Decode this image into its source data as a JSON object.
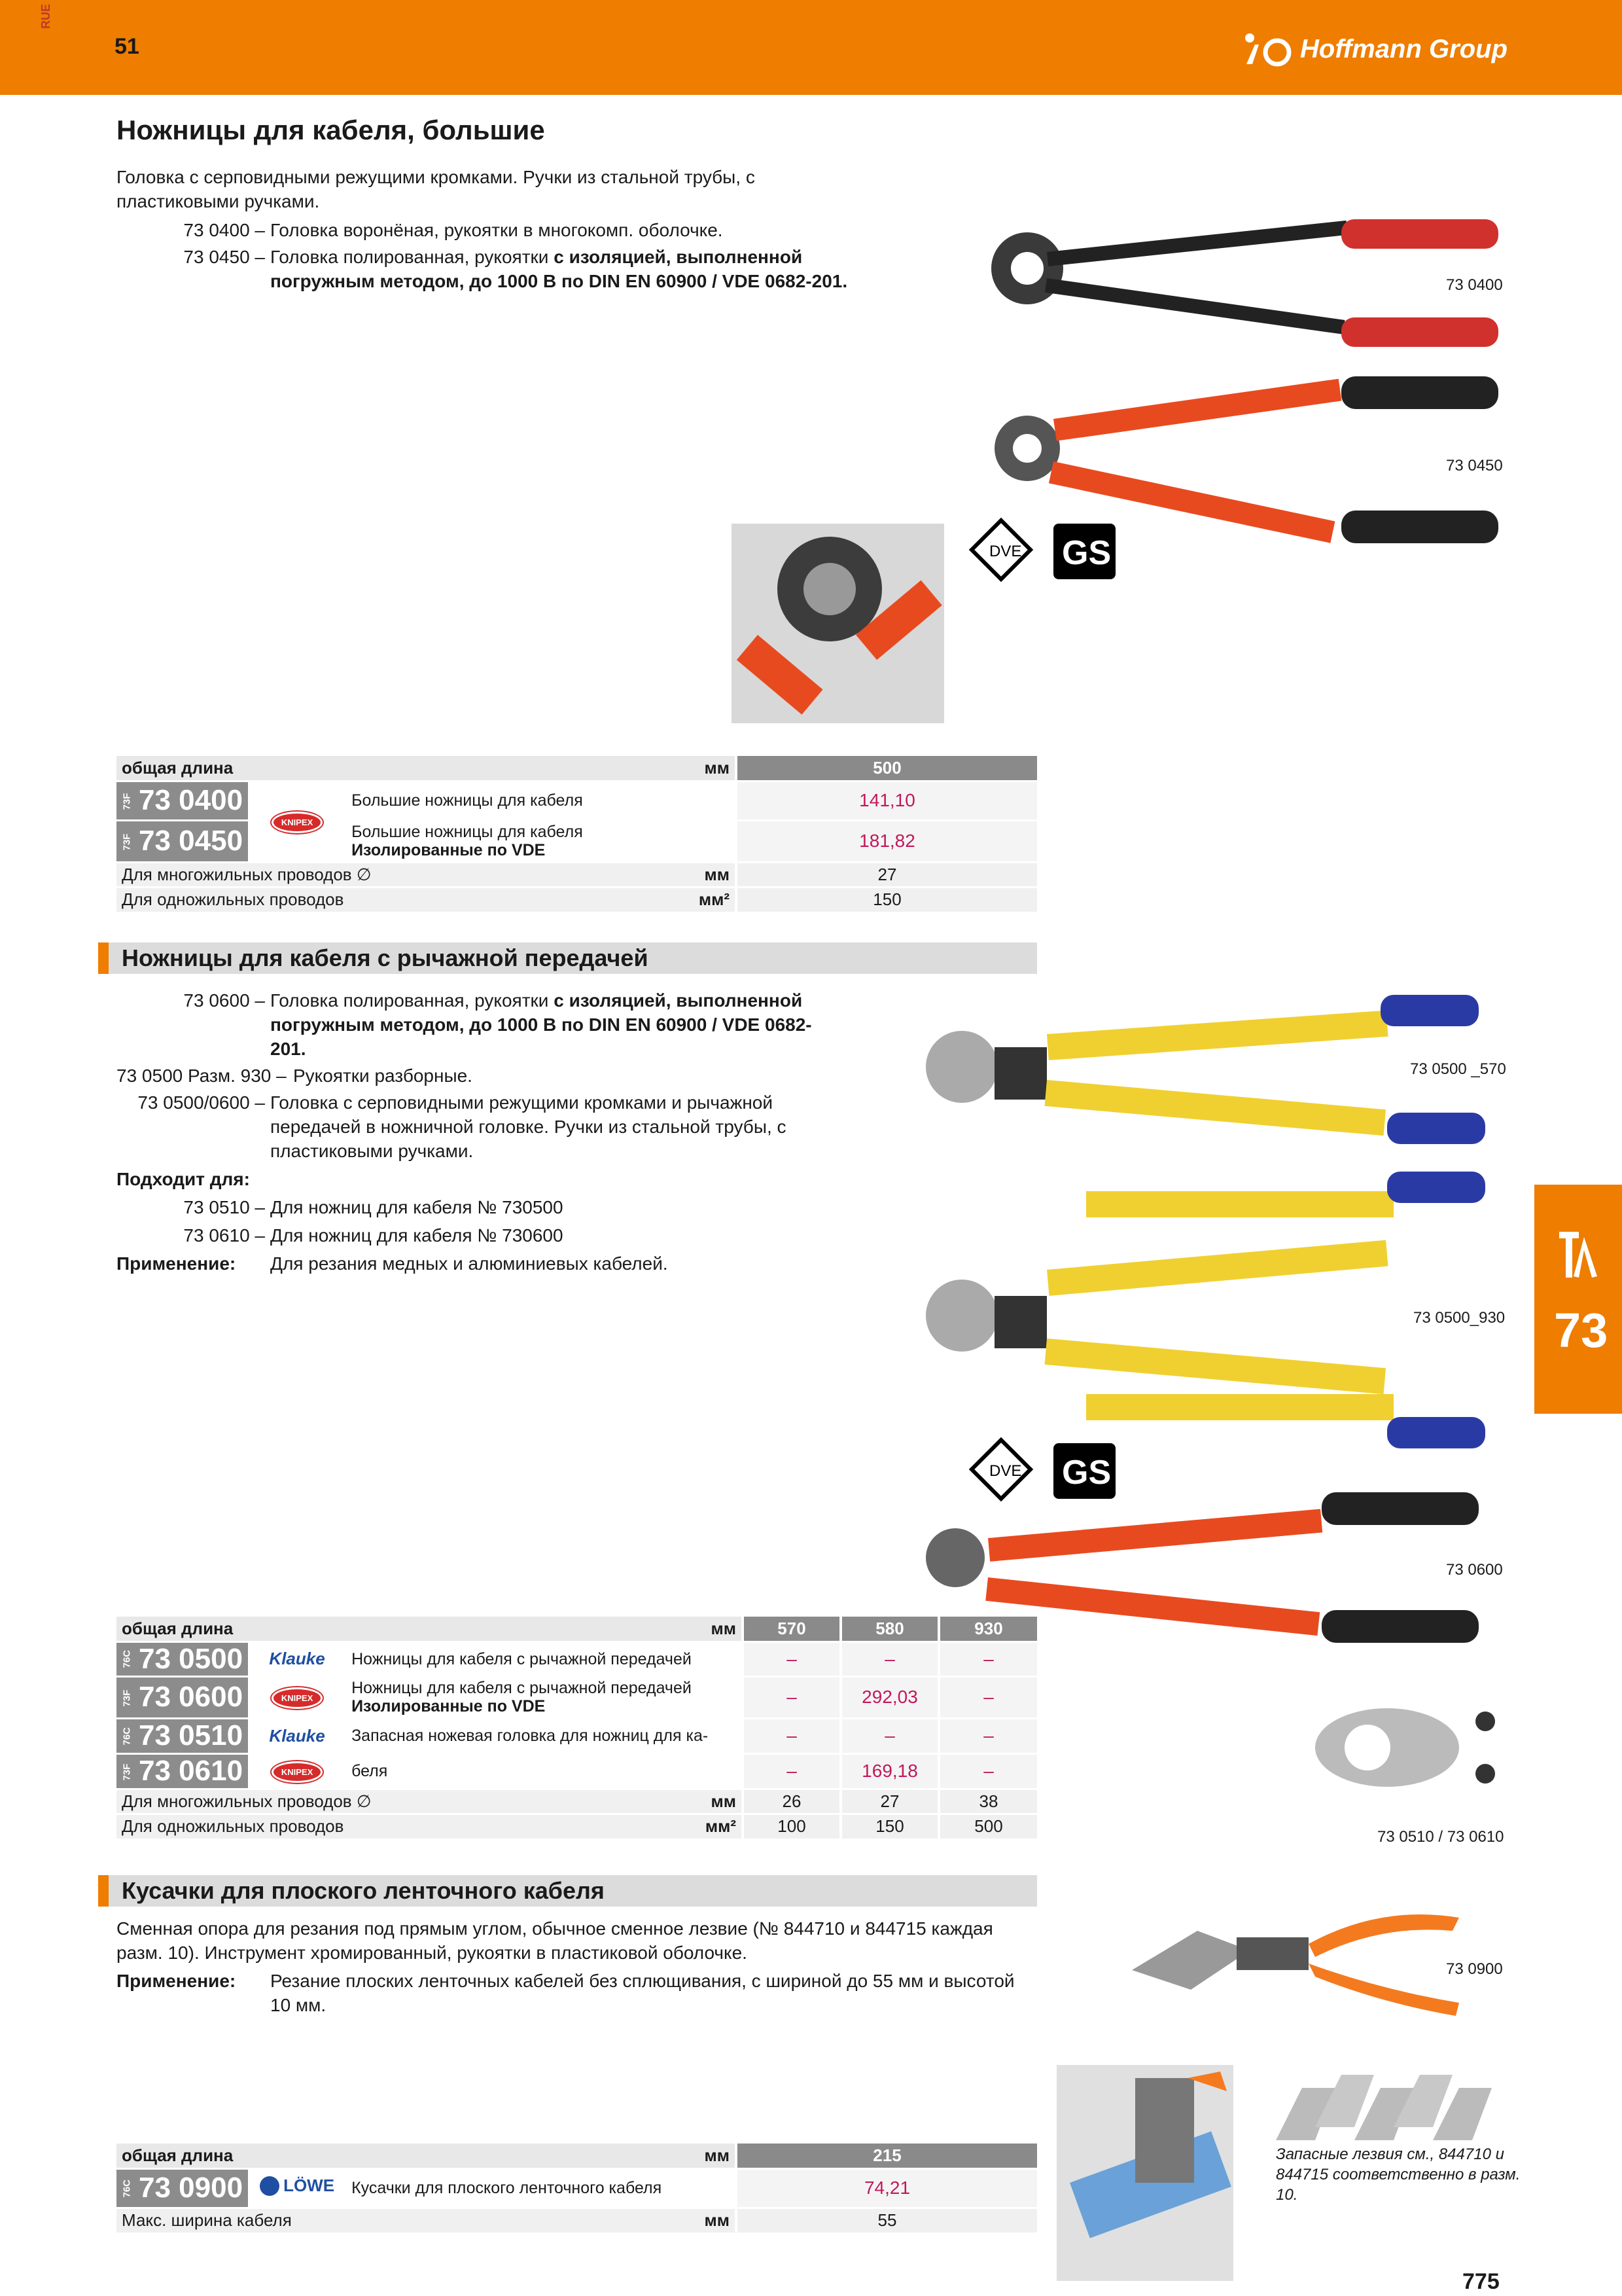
{
  "header": {
    "region_code": "RUE",
    "page_number": "51",
    "brand": "Hoffmann Group"
  },
  "section1": {
    "title": "Ножницы для кабеля, большие",
    "intro": "Головка с серповидными режущими кромками. Ручки из стальной трубы, с пластиковыми ручками.",
    "variants": [
      {
        "code": "73 0400 –",
        "text": "Головка воронёная, рукоятки в многокомп. оболочке.",
        "bold": ""
      },
      {
        "code": "73 0450 –",
        "text": "Головка полированная, рукоятки ",
        "bold": "с изоляцией, выполненной погружным методом, до 1000 В по DIN EN 60900 / VDE 0682-201."
      }
    ],
    "captions": [
      "73 0400",
      "73 0450"
    ],
    "table": {
      "header_label": "общая длина",
      "header_unit": "мм",
      "columns": [
        "500"
      ],
      "rows": [
        {
          "group": "73F",
          "code": "73 0400",
          "desc": "Большие ножницы для кабеля",
          "desc2": "",
          "prices": [
            "141,10"
          ]
        },
        {
          "group": "73F",
          "code": "73 0450",
          "desc": "Большие ножницы для кабеля",
          "desc2": "Изолированные по VDE",
          "prices": [
            "181,82"
          ]
        }
      ],
      "specs": [
        {
          "label": "Для многожильных проводов ∅",
          "unit": "мм",
          "values": [
            "27"
          ]
        },
        {
          "label": "Для одножильных проводов",
          "unit": "мм²",
          "values": [
            "150"
          ]
        }
      ],
      "brand": "KNIPEX"
    }
  },
  "section2": {
    "title": "Ножницы для кабеля с рычажной передачей",
    "v1_code": "73 0600 –",
    "v1_text": "Головка полированная, рукоятки ",
    "v1_bold": "с изоляцией, выполненной погружным методом, до 1000 В по DIN EN 60900 / VDE 0682-201.",
    "v2_code": "73 0500 Разм. 930 –",
    "v2_text": "Рукоятки разборные.",
    "v3_code": "73 0500/0600 –",
    "v3_text": "Головка с серповидными режущими кромками и рычажной передачей в ножничной головке. Ручки из стальной трубы, с пластиковыми ручками.",
    "fits_label": "Подходит для:",
    "fits": [
      {
        "code": "73 0510 –",
        "text": "Для ножниц для кабеля № 730500"
      },
      {
        "code": "73 0610 –",
        "text": "Для ножниц для кабеля № 730600"
      }
    ],
    "use_label": "Применение:",
    "use_text": "Для резания медных и алюминиевых кабелей.",
    "captions": [
      "73 0500 _570",
      "73 0500_930",
      "73 0600",
      "73 0510 / 73 0610"
    ],
    "table": {
      "header_label": "общая длина",
      "header_unit": "мм",
      "columns": [
        "570",
        "580",
        "930"
      ],
      "rows": [
        {
          "group": "76C",
          "code": "73 0500",
          "brand": "Klauke",
          "desc": "Ножницы для кабеля с рычажной передачей",
          "desc2": "",
          "prices": [
            "–",
            "–",
            "–"
          ]
        },
        {
          "group": "73F",
          "code": "73 0600",
          "brand": "KNIPEX",
          "desc": "Ножницы для кабеля с рычажной передачей",
          "desc2": "Изолированные по VDE",
          "prices": [
            "–",
            "292,03",
            "–"
          ]
        },
        {
          "group": "76C",
          "code": "73 0510",
          "brand": "Klauke",
          "desc": "Запасная ножевая головка для ножниц для ка-",
          "desc2": "",
          "prices": [
            "–",
            "–",
            "–"
          ]
        },
        {
          "group": "73F",
          "code": "73 0610",
          "brand": "KNIPEX",
          "desc": "беля",
          "desc2": "",
          "prices": [
            "–",
            "169,18",
            "–"
          ]
        }
      ],
      "specs": [
        {
          "label": "Для многожильных проводов ∅",
          "unit": "мм",
          "values": [
            "26",
            "27",
            "38"
          ]
        },
        {
          "label": "Для одножильных проводов",
          "unit": "мм²",
          "values": [
            "100",
            "150",
            "500"
          ]
        }
      ]
    }
  },
  "section3": {
    "title": "Кусачки для плоского ленточного кабеля",
    "intro": "Сменная опора для резания под прямым углом, обычное сменное лезвие (№ 844710 и 844715 каждая разм. 10). Инструмент хромированный, рукоятки в пластиковой оболочке.",
    "use_label": "Применение:",
    "use_text": "Резание плоских ленточных кабелей без сплющивания, с шириной до 55 мм и высотой 10 мм.",
    "captions": [
      "73 0900"
    ],
    "note": "Запасные лезвия см., 844710 и 844715 соответственно в разм. 10.",
    "table": {
      "header_label": "общая длина",
      "header_unit": "мм",
      "columns": [
        "215"
      ],
      "rows": [
        {
          "group": "76C",
          "code": "73 0900",
          "brand": "LÖWE",
          "desc": "Кусачки для плоского ленточного кабеля",
          "prices": [
            "74,21"
          ]
        }
      ],
      "specs": [
        {
          "label": "Макс. ширина кабеля",
          "unit": "мм",
          "values": [
            "55"
          ]
        }
      ]
    }
  },
  "side_tab": {
    "number": "73"
  },
  "footer": {
    "page_number": "775"
  },
  "colors": {
    "brand_orange": "#ee7d00",
    "price": "#c2185b"
  }
}
